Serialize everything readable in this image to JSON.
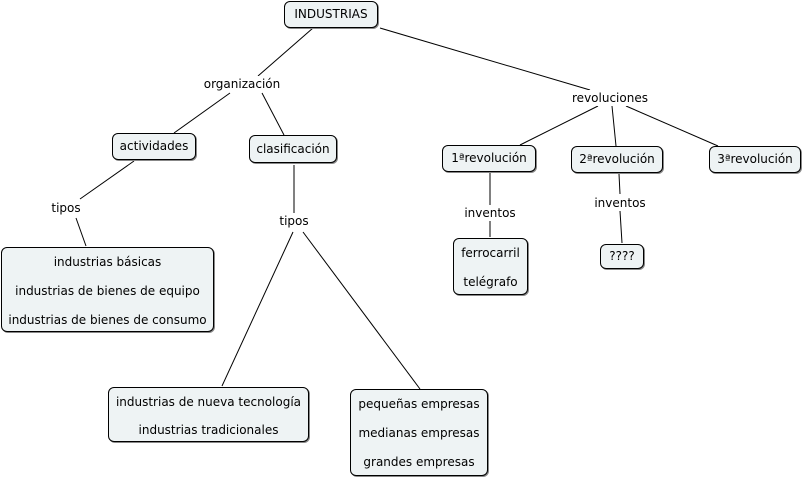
{
  "root": "INDUSTRIAS",
  "link_organizacion": "organización",
  "link_revoluciones": "revoluciones",
  "actividades": "actividades",
  "clasificacion": "clasificación",
  "tipos_1": "tipos",
  "tipos_2": "tipos",
  "actividades_tipos": [
    "industrias básicas",
    "industrias de bienes de equipo",
    "industrias de bienes de consumo"
  ],
  "clasif_tipos_a": [
    "industrias de nueva tecnología",
    "industrias tradicionales"
  ],
  "clasif_tipos_b": [
    "pequeñas empresas",
    "medianas empresas",
    "grandes empresas"
  ],
  "rev1": "1ªrevolución",
  "rev2": "2ªrevolución",
  "rev3": "3ªrevolución",
  "inventos_1": "inventos",
  "inventos_2": "inventos",
  "rev1_inventos": [
    "ferrocarril",
    "telégrafo"
  ],
  "rev2_inventos": "????"
}
